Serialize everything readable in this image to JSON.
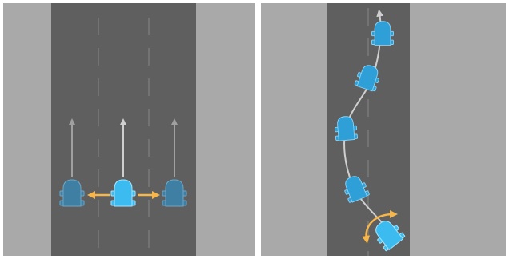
{
  "colors": {
    "background": "#ffffff",
    "shoulder": "#a9a9a9",
    "road": "#5f5f5f",
    "lane_dash": "#7a7a7a",
    "vehicle_active": "#3bbbef",
    "vehicle_active_outline": "#a7e6ff",
    "vehicle_ghost": "#3e7fa3",
    "vehicle_ghost_outline": "#6fa6c6",
    "vehicle_path": "#2f9fd8",
    "vehicle_path_outline": "#8bd3f5",
    "arrow_forward": "#a0a0a0",
    "arrow_forward_active": "#cfcfcf",
    "arrow_lateral": "#f6b64a",
    "path_curve": "#cfcfcf"
  },
  "panels": [
    {
      "name": "lane-change-panel",
      "icons": {
        "vehicle": "rounded-vehicle-icon",
        "forward_arrow": "up-arrow-icon",
        "lateral_arrow": "left-right-arrow-icon"
      },
      "vehicles": [
        {
          "role": "left-lane-ghost",
          "state": "ghost"
        },
        {
          "role": "center-lane-current",
          "state": "active"
        },
        {
          "role": "right-lane-ghost",
          "state": "ghost"
        }
      ]
    },
    {
      "name": "curved-path-panel",
      "icons": {
        "vehicle": "rounded-vehicle-icon",
        "path": "curved-arrow-icon",
        "rotation": "rotate-arrow-icon"
      },
      "vehicle_count": 5
    }
  ]
}
